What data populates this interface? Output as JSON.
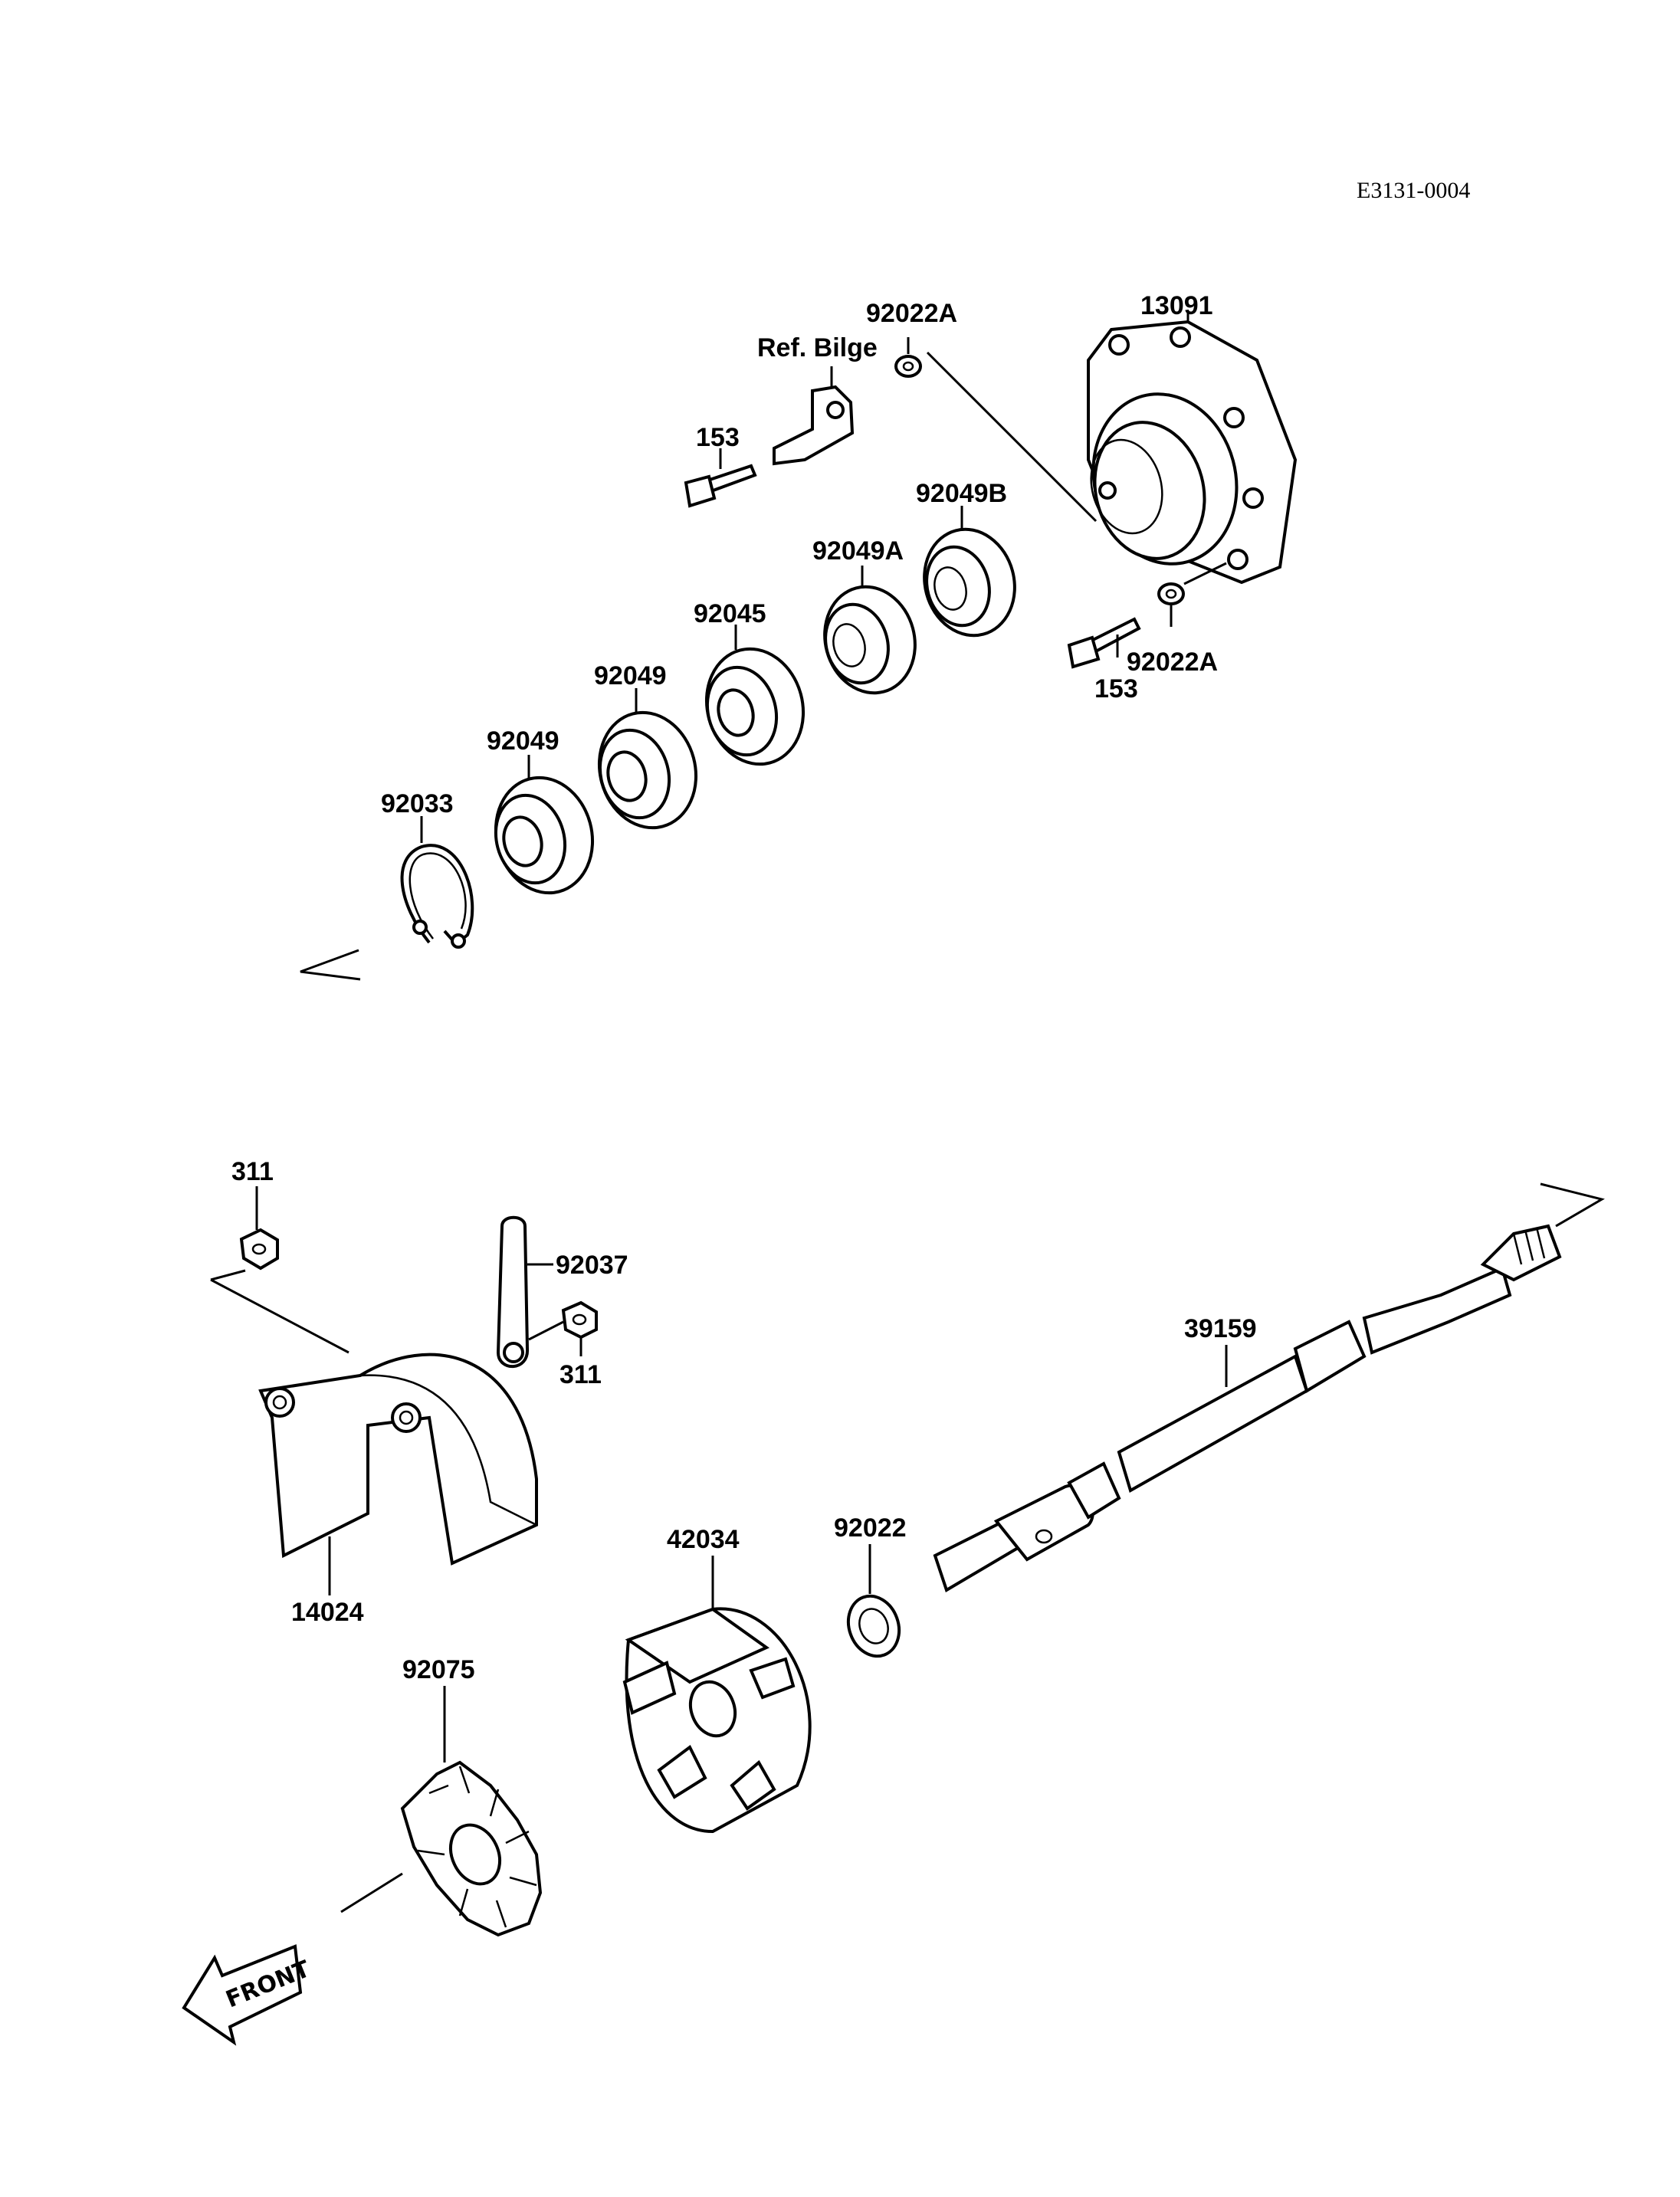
{
  "drawing_code": "E3131-0004",
  "labels": {
    "p13091": "13091",
    "p92022A_top": "92022A",
    "ref_bilge": "Ref. Bilge",
    "p153_top": "153",
    "p92049B": "92049B",
    "p92049A": "92049A",
    "p92045": "92045",
    "p92049_a": "92049",
    "p92049_b": "92049",
    "p92033": "92033",
    "p92022A_bottom": "92022A",
    "p153_bottom": "153",
    "p311_left": "311",
    "p92037": "92037",
    "p311_right": "311",
    "p39159": "39159",
    "p14024": "14024",
    "p42034": "42034",
    "p92022": "92022",
    "p92075": "92075"
  },
  "front_arrow_text": "FRONT"
}
